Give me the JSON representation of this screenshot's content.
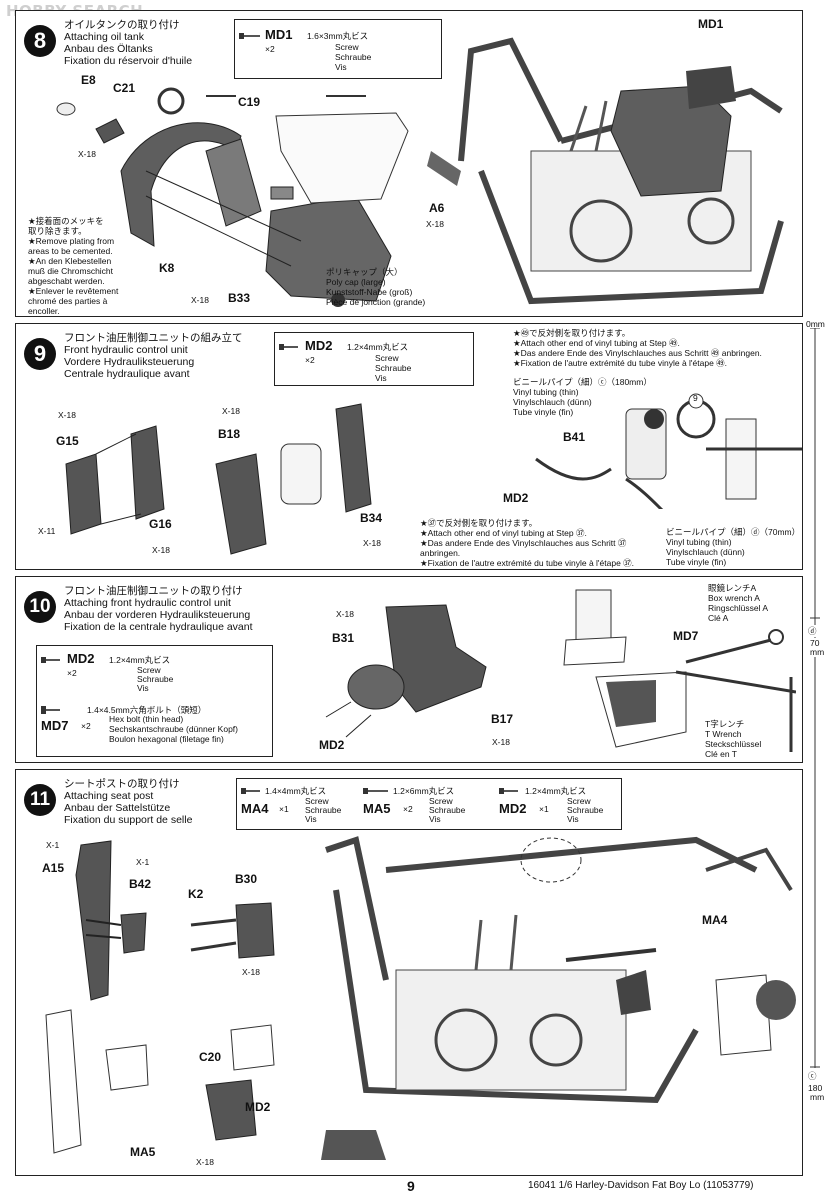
{
  "watermark": "HOBBY SEARCH",
  "step8": {
    "number": "8",
    "title_ja": "オイルタンクの取り付け",
    "title_en": "Attaching oil tank",
    "title_de": "Anbau des Öltanks",
    "title_fr": "Fixation du réservoir d'huile",
    "screw": {
      "code": "MD1",
      "qty": "×2",
      "size_ja": "1.6×3mm丸ビス",
      "en": "Screw",
      "de": "Schraube",
      "fr": "Vis"
    },
    "labels": {
      "e8": "E8",
      "c21": "C21",
      "c19": "C19",
      "x18a": "X-18",
      "k8": "K8",
      "x18b": "X-18",
      "b33": "B33",
      "a6": "A6",
      "x18c": "X-18",
      "md1": "MD1"
    },
    "note": [
      "★接着面のメッキを",
      "取り除きます。",
      "★Remove plating from",
      "areas to be cemented.",
      "★An den Klebestellen",
      "muß die Chromschicht",
      "abgeschabt werden.",
      "★Enlever le revêtement",
      "chromé des parties à",
      "encoller."
    ],
    "polycap": [
      "ポリキャップ（大）",
      "Poly cap (large)",
      "Kunststoff-Nabe (groß)",
      "Pièce de jonction (grande)"
    ]
  },
  "step9": {
    "number": "9",
    "title_ja": "フロント油圧制御ユニットの組み立て",
    "title_en": "Front hydraulic control unit",
    "title_de": "Vordere Hydrauliksteuerung",
    "title_fr": "Centrale hydraulique avant",
    "screw": {
      "code": "MD2",
      "qty": "×2",
      "size_ja": "1.2×4mm丸ビス",
      "en": "Screw",
      "de": "Schraube",
      "fr": "Vis"
    },
    "labels": {
      "x18a": "X-18",
      "g15": "G15",
      "x11": "X-11",
      "g16": "G16",
      "x18b": "X-18",
      "x18c": "X-18",
      "b18": "B18",
      "b34": "B34",
      "x18d": "X-18",
      "b41": "B41",
      "md2": "MD2"
    },
    "note_top": [
      "★㊾で反対側を取り付けます。",
      "★Attach other end of vinyl tubing at Step ㊾.",
      "★Das andere Ende des Vinylschlauches aus Schritt ㊾ anbringen.",
      "★Fixation de l'autre extrémité du tube vinyle à l'étape ㊾."
    ],
    "tube_c": [
      "ビニールパイプ（細）ⓒ（180mm）",
      "Vinyl tubing (thin)",
      "Vinylschlauch (dünn)",
      "Tube vinyle (fin)"
    ],
    "note_bottom": [
      "★㊲で反対側を取り付けます。",
      "★Attach other end of vinyl tubing at Step ㊲.",
      "★Das andere Ende des Vinylschlauches aus Schritt ㊲",
      "anbringen.",
      "★Fixation de l'autre extrémité du tube vinyle à l'étape ㊲."
    ],
    "tube_d": [
      "ビニールパイプ（細）ⓓ（70mm）",
      "Vinyl tubing (thin)",
      "Vinylschlauch (dünn)",
      "Tube vinyle (fin)"
    ],
    "ref_step": "9"
  },
  "step10": {
    "number": "10",
    "title_ja": "フロント油圧制御ユニットの取り付け",
    "title_en": "Attaching front hydraulic control unit",
    "title_de": "Anbau der vorderen Hydrauliksteuerung",
    "title_fr": "Fixation de la centrale hydraulique avant",
    "screw1": {
      "code": "MD2",
      "qty": "×2",
      "size_ja": "1.2×4mm丸ビス",
      "en": "Screw",
      "de": "Schraube",
      "fr": "Vis"
    },
    "screw2": {
      "code": "MD7",
      "qty": "×2",
      "size_ja": "1.4×4.5mm六角ボルト（頭短）",
      "en": "Hex bolt (thin head)",
      "de": "Sechskantschraube (dünner Kopf)",
      "fr": "Boulon hexagonal (filetage fin)"
    },
    "labels": {
      "x18a": "X-18",
      "b31": "B31",
      "md2": "MD2",
      "b17": "B17",
      "x18b": "X-18",
      "md7": "MD7"
    },
    "wrench_a": [
      "眼鏡レンチA",
      "Box wrench A",
      "Ringschlüssel A",
      "Clé A"
    ],
    "t_wrench": [
      "T字レンチ",
      "T Wrench",
      "Steckschlüssel",
      "Clé en T"
    ]
  },
  "step11": {
    "number": "11",
    "title_ja": "シートポストの取り付け",
    "title_en": "Attaching seat post",
    "title_de": "Anbau der Sattelstütze",
    "title_fr": "Fixation du support de selle",
    "screws": [
      {
        "code": "MA4",
        "qty": "×1",
        "size_ja": "1.4×4mm丸ビス",
        "en": "Screw",
        "de": "Schraube",
        "fr": "Vis"
      },
      {
        "code": "MA5",
        "qty": "×2",
        "size_ja": "1.2×6mm丸ビス",
        "en": "Screw",
        "de": "Schraube",
        "fr": "Vis"
      },
      {
        "code": "MD2",
        "qty": "×1",
        "size_ja": "1.2×4mm丸ビス",
        "en": "Screw",
        "de": "Schraube",
        "fr": "Vis"
      }
    ],
    "labels": {
      "x1a": "X-1",
      "a15": "A15",
      "x1b": "X-1",
      "b42": "B42",
      "k2": "K2",
      "b30": "B30",
      "x18a": "X-18",
      "c20": "C20",
      "md2": "MD2",
      "ma5": "MA5",
      "x18b": "X-18",
      "ma4": "MA4"
    }
  },
  "ruler": {
    "top": "0mm",
    "d_label": "ⓓ",
    "d_len": "70",
    "d_unit": "mm",
    "c_label": "ⓒ",
    "c_len": "180",
    "c_unit": "mm"
  },
  "footer": {
    "page": "9",
    "product": "16041  1/6 Harley-Davidson Fat Boy Lo (11053779)"
  }
}
